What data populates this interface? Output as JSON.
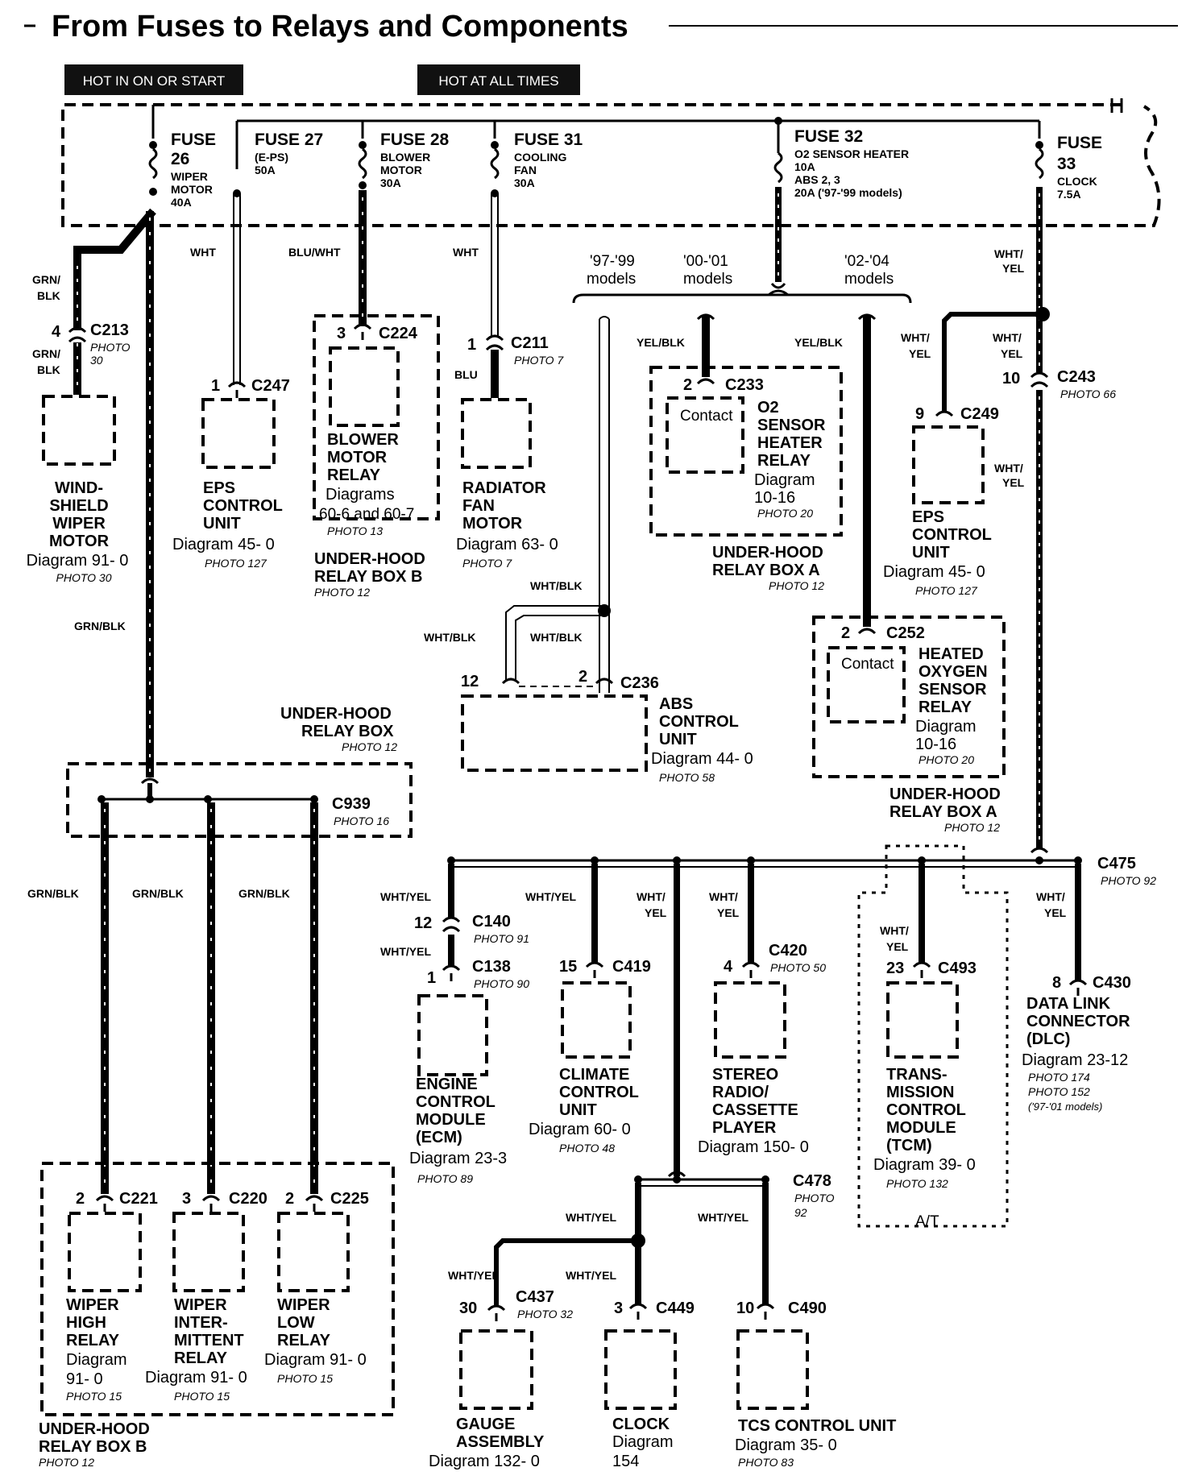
{
  "title": "From Fuses to Relays and Components",
  "banners": {
    "hot_in_on": "HOT IN ON OR START",
    "hot_at_all": "HOT AT ALL TIMES"
  },
  "fuses": {
    "f26": {
      "label": "FUSE",
      "num": "26",
      "desc1": "WIPER",
      "desc2": "MOTOR",
      "amp": "40A"
    },
    "f27": {
      "label": "FUSE 27",
      "desc1": "(E-PS)",
      "amp": "50A"
    },
    "f28": {
      "label": "FUSE 28",
      "desc1": "BLOWER",
      "desc2": "MOTOR",
      "amp": "30A"
    },
    "f31": {
      "label": "FUSE 31",
      "desc1": "COOLING",
      "desc2": "FAN",
      "amp": "30A"
    },
    "f32": {
      "label": "FUSE 32",
      "desc1": "O2 SENSOR HEATER",
      "amp": "10A",
      "desc2": "ABS 2, 3",
      "amp2": "20A ('97-'99 models)"
    },
    "f33": {
      "label": "FUSE",
      "num": "33",
      "desc1": "CLOCK",
      "amp": "7.5A"
    }
  },
  "model_labels": {
    "m1a": "'97-'99",
    "m1b": "models",
    "m2a": "'00-'01",
    "m2b": "models",
    "m3a": "'02-'04",
    "m3b": "models"
  },
  "wires": {
    "grn_blk": "GRN/ BLK",
    "grn_blk1": "GRN/",
    "grn_blk2": "BLK",
    "grn_blk_full": "GRN/BLK",
    "wht": "WHT",
    "blu_wht": "BLU/WHT",
    "blu": "BLU",
    "yel_blk": "YEL/BLK",
    "wht_yel1": "WHT/",
    "wht_yel2": "YEL",
    "wht_yel_full": "WHT/YEL",
    "wht_blk": "WHT/BLK"
  },
  "connectors": {
    "c213": {
      "pin": "4",
      "id": "C213",
      "p1": "PHOTO",
      "p2": "30"
    },
    "c247": {
      "pin": "1",
      "id": "C247"
    },
    "c224": {
      "pin": "3",
      "id": "C224"
    },
    "c211": {
      "pin": "1",
      "id": "C211",
      "photo": "PHOTO 7"
    },
    "c233": {
      "pin": "2",
      "id": "C233"
    },
    "c249": {
      "pin": "9",
      "id": "C249"
    },
    "c243": {
      "pin": "10",
      "id": "C243",
      "photo": "PHOTO 66"
    },
    "c252": {
      "pin": "2",
      "id": "C252"
    },
    "c236": {
      "pin1": "12",
      "pin2": "2",
      "id": "C236"
    },
    "c939": {
      "id": "C939",
      "photo": "PHOTO 16"
    },
    "c475": {
      "id": "C475",
      "photo": "PHOTO 92"
    },
    "c140": {
      "pin": "12",
      "id": "C140",
      "photo": "PHOTO 91"
    },
    "c138": {
      "pin": "1",
      "id": "C138",
      "photo": "PHOTO 90"
    },
    "c419": {
      "pin": "15",
      "id": "C419"
    },
    "c420": {
      "pin": "4",
      "id": "C420",
      "photo": "PHOTO 50"
    },
    "c493": {
      "pin": "23",
      "id": "C493"
    },
    "c430": {
      "pin": "8",
      "id": "C430"
    },
    "c478": {
      "id": "C478",
      "p1": "PHOTO",
      "p2": "92"
    },
    "c221": {
      "pin": "2",
      "id": "C221"
    },
    "c220": {
      "pin": "3",
      "id": "C220"
    },
    "c225": {
      "pin": "2",
      "id": "C225"
    },
    "c437": {
      "pin": "30",
      "id": "C437",
      "photo": "PHOTO 32"
    },
    "c449": {
      "pin": "3",
      "id": "C449"
    },
    "c490": {
      "pin": "10",
      "id": "C490"
    }
  },
  "components": {
    "windshield": {
      "l1": "WIND-",
      "l2": "SHIELD",
      "l3": "WIPER",
      "l4": "MOTOR",
      "diag": "Diagram 91- 0",
      "photo": "PHOTO 30"
    },
    "eps1": {
      "l1": "EPS",
      "l2": "CONTROL",
      "l3": "UNIT",
      "diag": "Diagram 45- 0",
      "photo": "PHOTO 127"
    },
    "blower": {
      "l1": "BLOWER",
      "l2": "MOTOR",
      "l3": "RELAY",
      "d1": "Diagrams",
      "d2": "60-6 and 60-7",
      "photo": "PHOTO 13",
      "box1": "UNDER-HOOD",
      "box2": "RELAY BOX B",
      "boxphoto": "PHOTO 12"
    },
    "radiator": {
      "l1": "RADIATOR",
      "l2": "FAN",
      "l3": "MOTOR",
      "diag": "Diagram 63- 0",
      "photo": "PHOTO 7"
    },
    "o2relay": {
      "contact": "Contact",
      "l1": "O2",
      "l2": "SENSOR",
      "l3": "HEATER",
      "l4": "RELAY",
      "d1": "Diagram",
      "d2": "10-16",
      "photo": "PHOTO 20",
      "box1": "UNDER-HOOD",
      "box2": "RELAY BOX A",
      "boxphoto": "PHOTO 12"
    },
    "eps2": {
      "l1": "EPS",
      "l2": "CONTROL",
      "l3": "UNIT",
      "diag": "Diagram 45- 0",
      "photo": "PHOTO 127"
    },
    "ho2relay": {
      "contact": "Contact",
      "l1": "HEATED",
      "l2": "OXYGEN",
      "l3": "SENSOR",
      "l4": "RELAY",
      "d1": "Diagram",
      "d2": "10-16",
      "photo": "PHOTO 20",
      "box1": "UNDER-HOOD",
      "box2": "RELAY BOX A",
      "boxphoto": "PHOTO 12"
    },
    "abs": {
      "l1": "ABS",
      "l2": "CONTROL",
      "l3": "UNIT",
      "diag": "Diagram 44- 0",
      "photo": "PHOTO 58"
    },
    "uhrb": {
      "l1": "UNDER-HOOD",
      "l2": "RELAY BOX",
      "photo": "PHOTO 12"
    },
    "ecm": {
      "l1": "ENGINE",
      "l2": "CONTROL",
      "l3": "MODULE",
      "l4": "(ECM)",
      "diag": "Diagram 23-3",
      "photo": "PHOTO 89"
    },
    "climate": {
      "l1": "CLIMATE",
      "l2": "CONTROL",
      "l3": "UNIT",
      "diag": "Diagram 60- 0",
      "photo": "PHOTO 48"
    },
    "stereo": {
      "l1": "STEREO",
      "l2": "RADIO/",
      "l3": "CASSETTE",
      "l4": "PLAYER",
      "diag": "Diagram 150- 0"
    },
    "tcm": {
      "l1": "TRANS-",
      "l2": "MISSION",
      "l3": "CONTROL",
      "l4": "MODULE",
      "l5": "(TCM)",
      "diag": "Diagram 39- 0",
      "photo": "PHOTO 132",
      "at": "A/T"
    },
    "dlc": {
      "l1": "DATA LINK",
      "l2": "CONNECTOR",
      "l3": "(DLC)",
      "diag": "Diagram 23-12",
      "p1": "PHOTO 174",
      "p2": "PHOTO 152",
      "p3": "('97-'01 models)"
    },
    "wiperhigh": {
      "l1": "WIPER",
      "l2": "HIGH",
      "l3": "RELAY",
      "d1": "Diagram",
      "d2": "91- 0",
      "photo": "PHOTO 15"
    },
    "wiperint": {
      "l1": "WIPER",
      "l2": "INTER-",
      "l3": "MITTENT",
      "l4": "RELAY",
      "diag": "Diagram 91- 0",
      "photo": "PHOTO 15"
    },
    "wiperlow": {
      "l1": "WIPER",
      "l2": "LOW",
      "l3": "RELAY",
      "diag": "Diagram 91- 0",
      "photo": "PHOTO 15"
    },
    "relayboxb": {
      "l1": "UNDER-HOOD",
      "l2": "RELAY BOX B",
      "photo": "PHOTO 12"
    },
    "gauge": {
      "l1": "GAUGE",
      "l2": "ASSEMBLY",
      "diag": "Diagram 132- 0"
    },
    "clock": {
      "l1": "CLOCK",
      "d1": "Diagram",
      "d2": "154"
    },
    "tcs": {
      "l1": "TCS CONTROL UNIT",
      "diag": "Diagram 35- 0",
      "photo": "PHOTO 83"
    }
  }
}
